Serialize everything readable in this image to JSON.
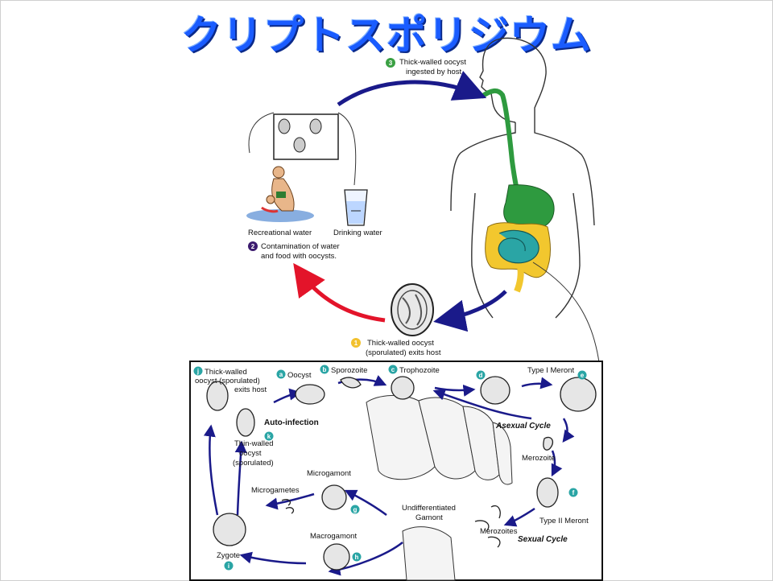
{
  "title": "クリプトスポリジウム",
  "colors": {
    "title": "#1a5cff",
    "step1": "#f2c12e",
    "step2": "#3b1a6e",
    "step3": "#3aa043",
    "teal": "#2aa5a5",
    "arrow_blue": "#1a1a8a",
    "arrow_red": "#e3142a",
    "gut_green": "#2e9a3f",
    "colon_yellow": "#f2c72e"
  },
  "outer_cycle": {
    "step3": {
      "num": "3",
      "line1": "Thick-walled oocyst",
      "line2": "ingested by host"
    },
    "step2": {
      "num": "2",
      "line1": "Contamination of water",
      "line2": "and food with oocysts."
    },
    "step1": {
      "num": "1",
      "line1": "Thick-walled oocyst",
      "line2": "(sporulated) exits host"
    },
    "recreational": "Recreational water",
    "drinking": "Drinking water"
  },
  "inner_cycle": {
    "j": {
      "letter": "j",
      "line1": "Thick-walled",
      "line2": "oocyst (sporulated)",
      "line3": "exits host"
    },
    "a": {
      "letter": "a",
      "label": "Oocyst"
    },
    "b": {
      "letter": "b",
      "label": "Sporozoite"
    },
    "c": {
      "letter": "c",
      "label": "Trophozoite"
    },
    "d": {
      "letter": "d"
    },
    "e": {
      "letter": "e"
    },
    "type1": "Type I Meront",
    "auto": "Auto-infection",
    "asexual": "Asexual Cycle",
    "k": {
      "letter": "k",
      "line1": "Thin-walled",
      "line2": "oocyst",
      "line3": "(sporulated)"
    },
    "merozoite": "Merozoite",
    "f": {
      "letter": "f"
    },
    "type2": "Type II Meront",
    "microgamont": "Microgamont",
    "microgametes": "Microgametes",
    "g": {
      "letter": "g"
    },
    "undiff1": "Undifferentiated",
    "undiff2": "Gamont",
    "merozoites": "Merozoites",
    "sexual": "Sexual Cycle",
    "macrogamont": "Macrogamont",
    "h": {
      "letter": "h"
    },
    "zygote": "Zygote",
    "i": {
      "letter": "i"
    }
  }
}
